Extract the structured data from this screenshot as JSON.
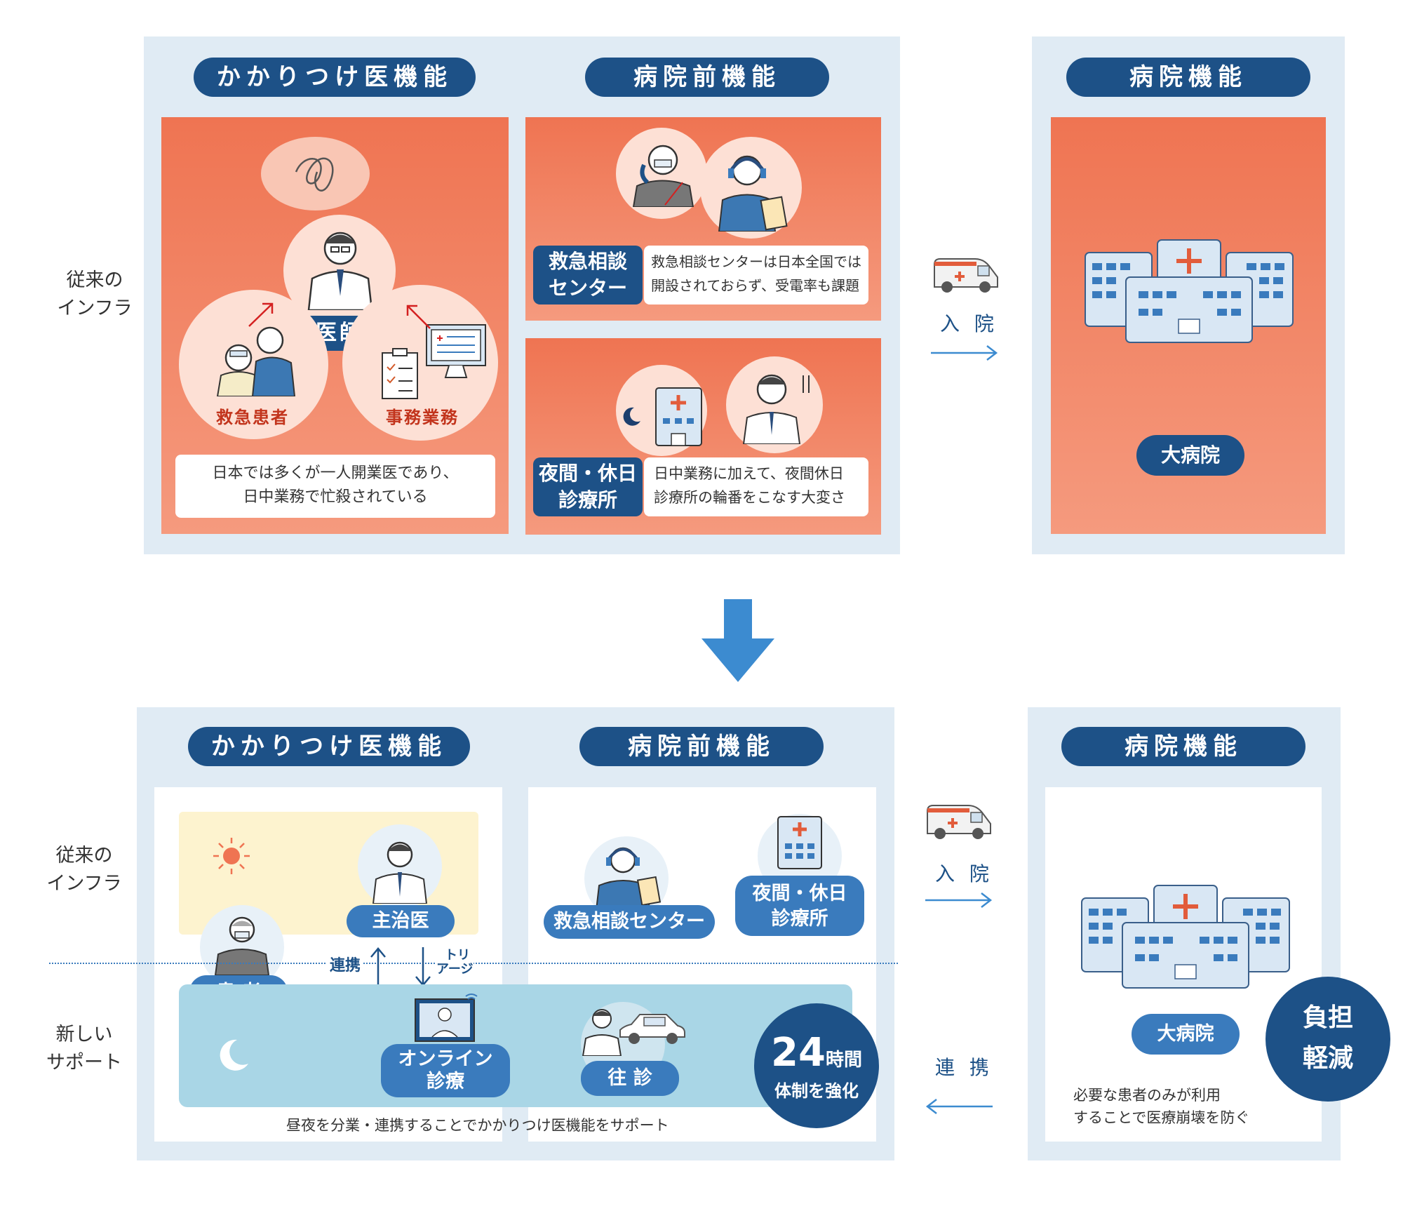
{
  "top": {
    "side_label": [
      "従来の",
      "インフラ"
    ],
    "kakaritsuke_title": "かかりつけ医機能",
    "prehospital_title": "病院前機能",
    "hospital_title": "病院機能",
    "doctor_label": "医師",
    "patient_label": "救急患者",
    "office_label": "事務業務",
    "kakaritsuke_caption": [
      "日本では多くが一人開業医であり、",
      "日中業務で忙殺されている"
    ],
    "consult_tag": [
      "救急相談",
      "センター"
    ],
    "consult_caption": [
      "救急相談センターは日本全国では",
      "開設されておらず、受電率も課題"
    ],
    "night_tag": [
      "夜間・休日",
      "診療所"
    ],
    "night_caption": [
      "日中業務に加えて、夜間休日",
      "診療所の輪番をこなす大変さ"
    ],
    "admit_label": "入 院",
    "big_hospital": "大病院"
  },
  "bottom": {
    "side_label_old": [
      "従来の",
      "インフラ"
    ],
    "side_label_new": [
      "新しい",
      "サポート"
    ],
    "kakaritsuke_title": "かかりつけ医機能",
    "prehospital_title": "病院前機能",
    "hospital_title": "病院機能",
    "main_doctor": "主治医",
    "patient": "患 者",
    "renkei_small": "連携",
    "triage": [
      "トリ",
      "アージ"
    ],
    "online": [
      "オンライン",
      "診療"
    ],
    "visit": "往 診",
    "badge_24_num": "24",
    "badge_24_unit": "時間",
    "badge_24_sub": "体制を強化",
    "kakaritsuke_caption": "昼夜を分業・連携することでかかりつけ医機能をサポート",
    "consult_center": "救急相談センター",
    "night_clinic": [
      "夜間・休日",
      "診療所"
    ],
    "admit_label": "入 院",
    "renkei_label": "連 携",
    "big_hospital": "大病院",
    "hospital_caption": [
      "必要な患者のみが利用",
      "することで医療崩壊を防ぐ"
    ],
    "burden_badge": [
      "負担",
      "軽減"
    ]
  },
  "colors": {
    "navy": "#1d5187",
    "panel_bg": "#e0ebf4",
    "orange": "#ef7452",
    "mid_blue": "#3a7bbd",
    "arrow_blue": "#3c8bd0",
    "light_blue_band": "#a9d6e6",
    "cream_band": "#fdf3cf"
  }
}
